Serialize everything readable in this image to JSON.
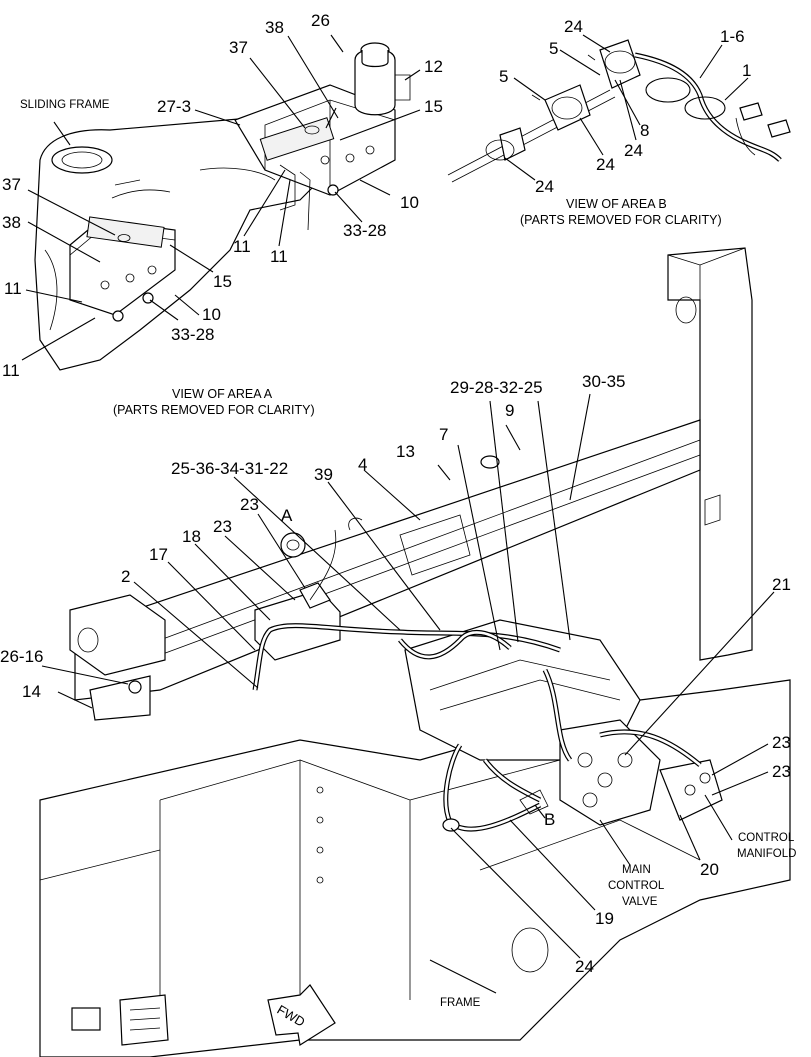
{
  "views": {
    "area_a": {
      "title": "VIEW OF AREA A",
      "subtitle": "(PARTS REMOVED FOR CLARITY)",
      "frame_label": "SLIDING FRAME"
    },
    "area_b": {
      "title": "VIEW OF AREA B",
      "subtitle": "(PARTS REMOVED FOR CLARITY)"
    }
  },
  "names": {
    "frame": "FRAME",
    "fwd": "FWD",
    "main_valve": [
      "MAIN",
      "CONTROL",
      "VALVE"
    ],
    "manifold": [
      "CONTROL",
      "MANIFOLD"
    ],
    "area_a_marker": "A",
    "area_b_marker": "B"
  },
  "callouts": {
    "a_26": "26",
    "a_38_top": "38",
    "a_37_top": "37",
    "a_12": "12",
    "a_27_3": "27-3",
    "a_15_top": "15",
    "a_10_top": "10",
    "a_33_28_top": "33-28",
    "a_11_mid1": "11",
    "a_11_mid2": "11",
    "a_37_left": "37",
    "a_38_left": "38",
    "a_15_low": "15",
    "a_11_left1": "11",
    "a_10_low": "10",
    "a_33_28_low": "33-28",
    "a_11_left2": "11",
    "b_24_top": "24",
    "b_5_top": "5",
    "b_1_6": "1-6",
    "b_5_left": "5",
    "b_1": "1",
    "b_8": "8",
    "b_24_mid": "24",
    "b_24_mid2": "24",
    "b_24_low": "24",
    "m_29_28_32_25": "29-28-32-25",
    "m_30_35": "30-35",
    "m_9": "9",
    "m_13": "13",
    "m_7": "7",
    "m_25_36_34_31_22": "25-36-34-31-22",
    "m_39": "39",
    "m_4": "4",
    "m_23a": "23",
    "m_23b": "23",
    "m_18": "18",
    "m_17": "17",
    "m_2": "2",
    "m_26_16": "26-16",
    "m_14": "14",
    "m_21": "21",
    "m_23c": "23",
    "m_23d": "23",
    "m_20": "20",
    "m_19": "19",
    "m_24": "24"
  }
}
